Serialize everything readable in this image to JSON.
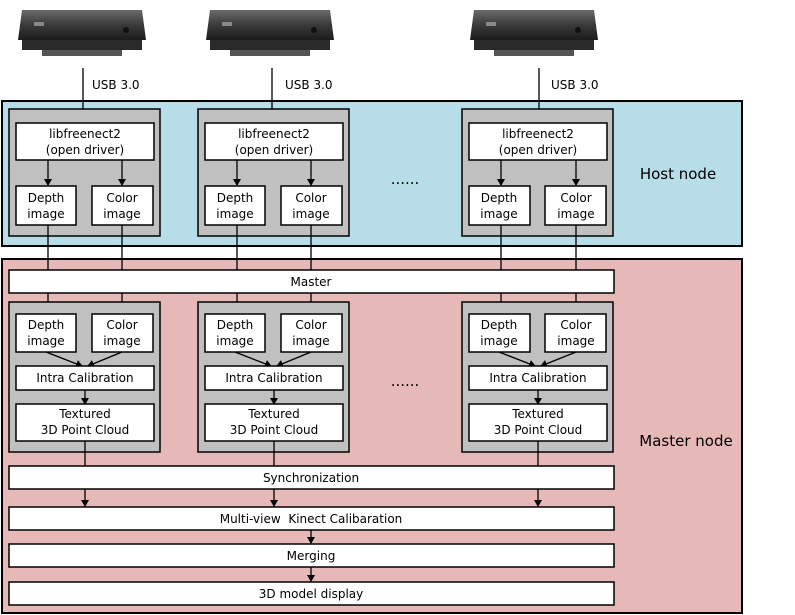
{
  "colors": {
    "host_bg": "#b7dde8",
    "master_bg": "#e6b9b8",
    "module_bg": "#c0c0c0",
    "box_fill": "#ffffff",
    "stroke": "#000000"
  },
  "host": {
    "label": "Host node",
    "usb_label": "USB 3.0",
    "driver_line1": "libfreenect2",
    "driver_line2": "(open driver)",
    "depth_line1": "Depth",
    "depth_line2": "image",
    "color_line1": "Color",
    "color_line2": "image",
    "ellipsis": "......"
  },
  "master": {
    "label": "Master node",
    "master_bar": "Master",
    "depth_line1": "Depth",
    "depth_line2": "image",
    "color_line1": "Color",
    "color_line2": "image",
    "intra": "Intra Calibration",
    "textured_line1": "Textured",
    "textured_line2": "3D Point Cloud",
    "ellipsis": "......",
    "sync": "Synchronization",
    "multiview": "Multi-view  Kinect Calibaration",
    "merging": "Merging",
    "display": "3D model display"
  }
}
